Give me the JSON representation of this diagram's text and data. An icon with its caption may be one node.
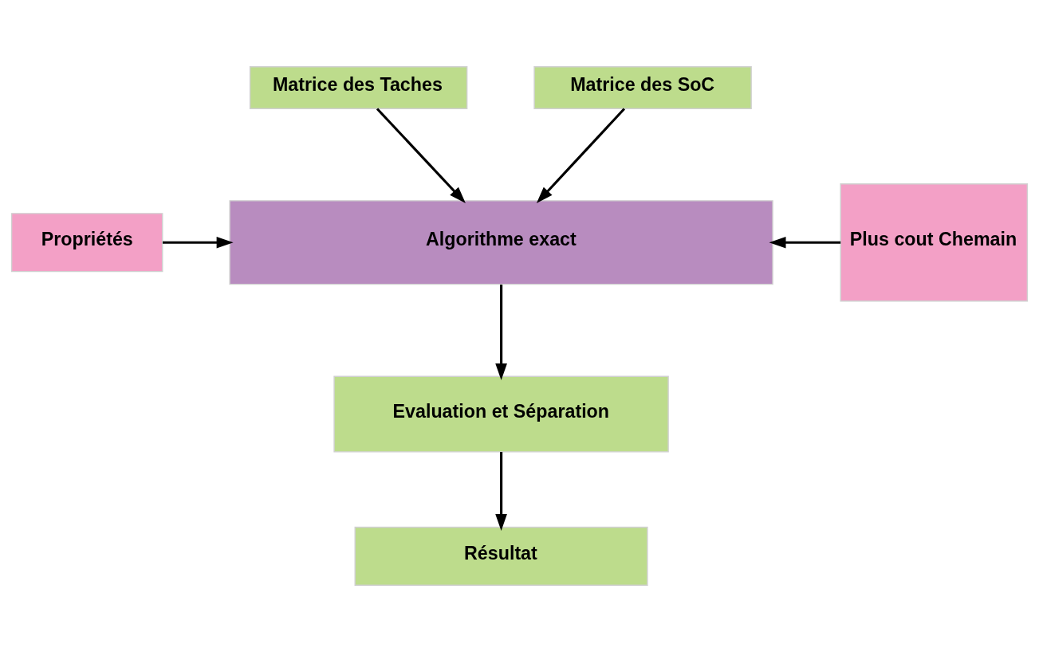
{
  "diagram": {
    "nodes": [
      {
        "text": [
          "Matrice des Taches"
        ]
      },
      {
        "text": [
          "Matrice des SoC"
        ]
      },
      {
        "text": [
          "Propriétés"
        ]
      },
      {
        "text": [
          "Algorithme exact"
        ]
      },
      {
        "text": [
          "Plus cout Chemain"
        ]
      },
      {
        "text": [
          "Evaluation et Séparation"
        ]
      },
      {
        "text": [
          "Résultat"
        ]
      }
    ],
    "edges": [
      {
        "from": 0,
        "to": 3,
        "arrow": "to"
      },
      {
        "from": 1,
        "to": 3,
        "arrow": "to"
      },
      {
        "from": 2,
        "to": 3,
        "arrow": "to"
      },
      {
        "from": 4,
        "to": 3,
        "arrow": "to"
      },
      {
        "from": 3,
        "to": 5,
        "arrow": "to"
      },
      {
        "from": 5,
        "to": 6,
        "arrow": "to"
      }
    ]
  }
}
